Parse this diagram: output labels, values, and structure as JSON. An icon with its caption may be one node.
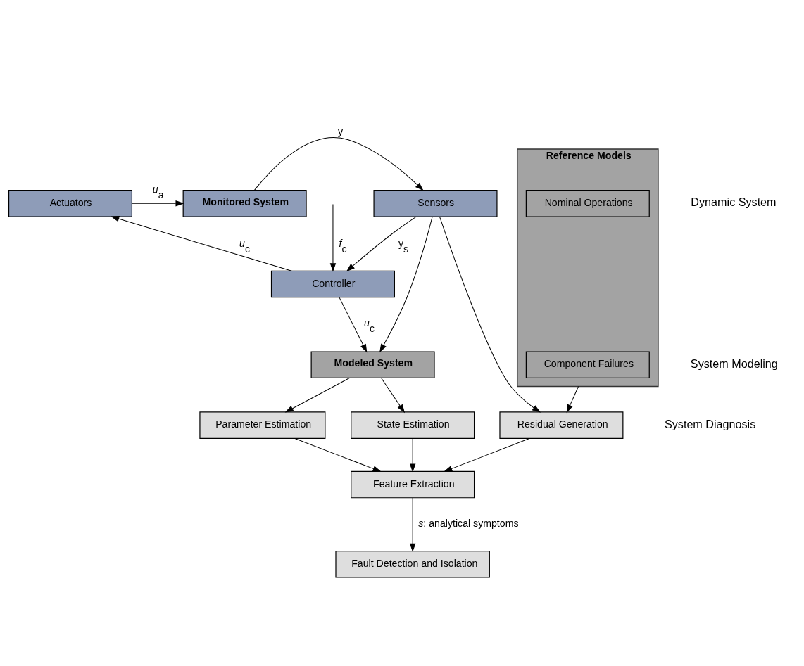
{
  "diagram": {
    "nodes": [
      {
        "text": [
          "Actuators"
        ]
      },
      {
        "text": [
          "Monitored System"
        ]
      },
      {
        "text": [
          "Sensors"
        ]
      },
      {
        "text": [
          "Controller"
        ]
      },
      {
        "text": [
          "Modeled System"
        ]
      },
      {
        "text": [
          "Reference Models"
        ]
      },
      {
        "text": [
          "Nominal Operations"
        ],
        "in": 5
      },
      {
        "text": [
          "Component Failures"
        ],
        "in": 5
      },
      {
        "text": [
          "Parameter Estimation"
        ]
      },
      {
        "text": [
          "State Estimation"
        ]
      },
      {
        "text": [
          "Residual Generation"
        ]
      },
      {
        "text": [
          "Feature Extraction"
        ]
      },
      {
        "text": [
          "Fault Detection and Isolation"
        ]
      }
    ],
    "edges": [
      {
        "from": 0,
        "to": 1,
        "arrow": "to",
        "label": "*u*$_{a}$"
      },
      {
        "from": 1,
        "to": 2,
        "arrow": "to",
        "label": "y"
      },
      {
        "from": null,
        "to": 3,
        "arrow": "to",
        "label": "*f*$_{c}$"
      },
      {
        "from": 3,
        "to": 0,
        "arrow": "to",
        "label": "*u*$_{c}$"
      },
      {
        "from": 2,
        "to": 3,
        "arrow": "to",
        "label": "y$_{s}$"
      },
      {
        "from": 3,
        "to": 4,
        "arrow": "to",
        "label": "*u*$_{c}$"
      },
      {
        "from": 2,
        "to": 4,
        "arrow": "to"
      },
      {
        "from": 2,
        "to": 10,
        "arrow": "to"
      },
      {
        "from": 4,
        "to": 8,
        "arrow": "to"
      },
      {
        "from": 4,
        "to": 9,
        "arrow": "to"
      },
      {
        "from": 5,
        "to": 10,
        "arrow": "to"
      },
      {
        "from": 8,
        "to": 11,
        "arrow": "to"
      },
      {
        "from": 9,
        "to": 11,
        "arrow": "to"
      },
      {
        "from": 10,
        "to": 11,
        "arrow": "to"
      },
      {
        "from": 11,
        "to": 12,
        "arrow": "to",
        "label": "*s*: analytical symptoms"
      }
    ],
    "labels": [
      "Dynamic System",
      "System Modeling",
      "System Diagnosis"
    ]
  }
}
